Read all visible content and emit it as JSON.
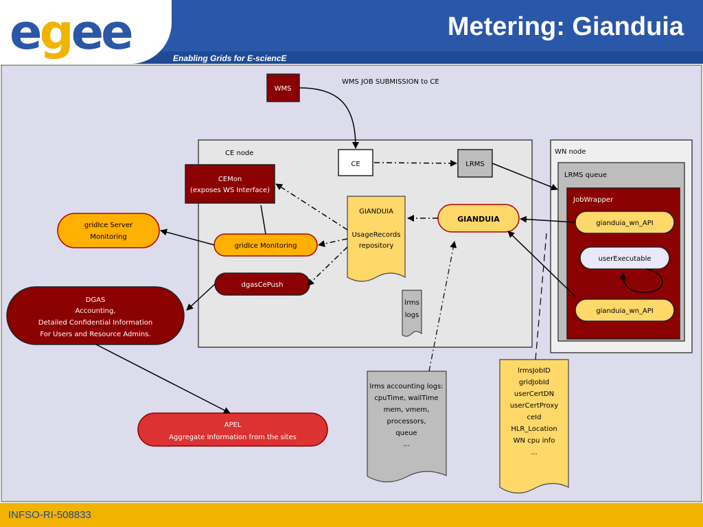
{
  "header": {
    "logo": "egee",
    "tagline": "Enabling Grids for E-sciencE",
    "title": "Metering:  Gianduia"
  },
  "footer": {
    "text": "INFSO-RI-508833"
  },
  "diagram": {
    "wms": "WMS",
    "wms_job_submission": "WMS JOB SUBMISSION to CE",
    "ce_node": "CE node",
    "ce": "CE",
    "lrms": "LRMS",
    "cemon": {
      "line1": "CEMon",
      "line2": "(exposes WS Interface)"
    },
    "gianduia_repo": {
      "line1": "GIANDUIA",
      "line2": "UsageRecords",
      "line3": "repository"
    },
    "gianduia": "GIANDUIA",
    "gridice_server": {
      "line1": "gridIce Server",
      "line2": "Monitoring"
    },
    "gridice_monitoring": "gridIce Monitoring",
    "dgascepush": "dgasCePush",
    "dgas": {
      "line1": "DGAS",
      "line2": "Accounting,",
      "line3": "Detailed Confidential Information",
      "line4": "For Users and Resource Admins."
    },
    "lrms_logs": {
      "line1": "lrms",
      "line2": "logs"
    },
    "wn_node": "WN node",
    "lrms_queue": "LRMS queue",
    "jobwrapper": "JobWrapper",
    "gianduia_wn_api_1": "gianduia_wn_API",
    "user_executable": "userExecutable",
    "gianduia_wn_api_2": "gianduia_wn_API",
    "apel": {
      "line1": "APEL",
      "line2": "Aggregate Information from the sites"
    },
    "accounting_logs": {
      "line1": "lrms accounting logs:",
      "line2": "cpuTime, wallTime",
      "line3": "mem, vmem,",
      "line4": "processors,",
      "line5": "queue",
      "line6": "..."
    },
    "job_info": {
      "line1": "lrmsJobID",
      "line2": "gridJobId",
      "line3": "userCertDN",
      "line4": "userCertProxy",
      "line5": "ceId",
      "line6": "HLR_Location",
      "line7": "WN cpu info",
      "line8": "..."
    }
  }
}
